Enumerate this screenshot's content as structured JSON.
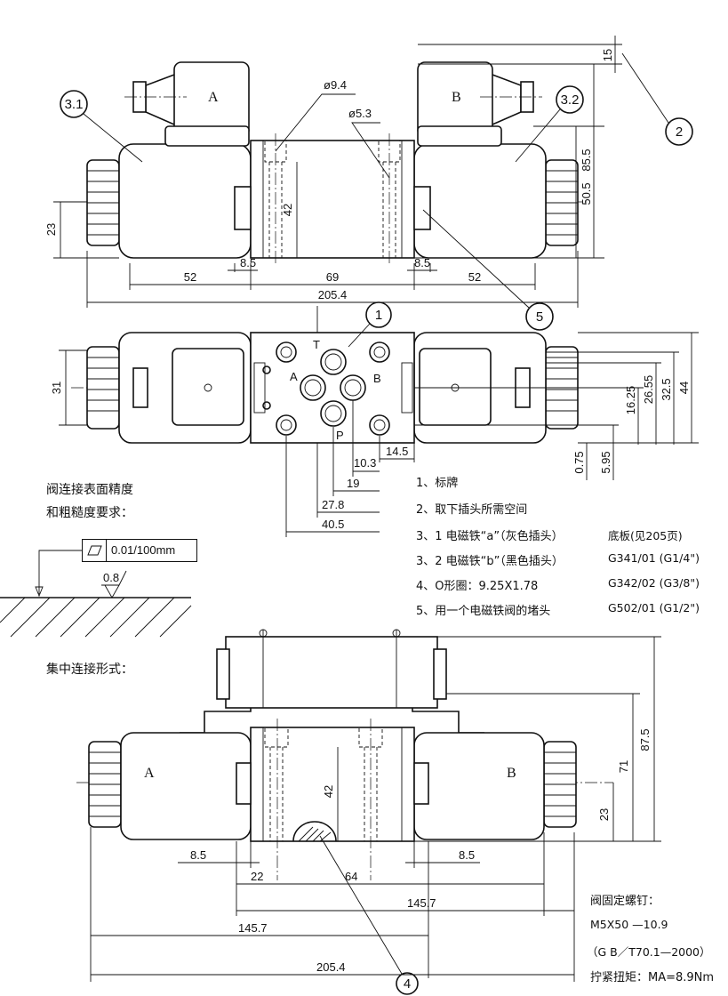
{
  "top_view": {
    "solenoid_a_label": "A",
    "solenoid_b_label": "B",
    "bubbles": {
      "b31": "3.1",
      "b32": "3.2",
      "b2": "2",
      "b5": "5"
    },
    "dims": {
      "d_phi94": "ø9.4",
      "d_phi53": "ø5.3",
      "d_15": "15",
      "d_855": "85.5",
      "d_505": "50.5",
      "d_23": "23",
      "d_42": "42",
      "d_85l": "8.5",
      "d_85r": "8.5",
      "d_52l": "52",
      "d_69": "69",
      "d_52r": "52",
      "d_2054": "205.4"
    }
  },
  "plan_view": {
    "bubble_1": "1",
    "port_t": "T",
    "port_a": "A",
    "port_b": "B",
    "port_p": "P",
    "dims": {
      "d_31": "31",
      "d_44": "44",
      "d_325": "32.5",
      "d_2655": "26.55",
      "d_1625": "16.25",
      "d_595": "5.95",
      "d_075": "0.75",
      "d_145": "14.5",
      "d_103": "10.3",
      "d_19": "19",
      "d_278": "27.8",
      "d_405": "40.5"
    }
  },
  "surface_req": {
    "line1": "阀连接表面精度",
    "line2": "和粗糙度要求：",
    "flatness": "0.01/100mm",
    "roughness": "0.8"
  },
  "notes": {
    "n1": "1、标牌",
    "n2": "2、取下插头所需空间",
    "n31": "3、1 电磁铁“a”（灰色插头）",
    "n32": "3、2 电磁铁“b”（黑色插头）",
    "n4": "4、O形圈：9.25X1.78",
    "n5": "5、用一个电磁铁阀的堵头",
    "col_head": "底板(见205页)",
    "code1": "G341/01 (G1/4\")",
    "code2": "G342/02 (G3/8\")",
    "code3": "G502/01 (G1/2\")"
  },
  "bottom_view": {
    "heading": "集中连接形式：",
    "label_a": "A",
    "label_b": "B",
    "bubble_4": "4",
    "dims": {
      "d_875": "87.5",
      "d_71": "71",
      "d_23": "23",
      "d_42": "42",
      "d_85l": "8.5",
      "d_85r": "8.5",
      "d_22": "22",
      "d_64": "64",
      "d_1457a": "145.7",
      "d_1457b": "145.7",
      "d_2054": "205.4"
    }
  },
  "bolts": {
    "title": "阀固定螺钉：",
    "spec": "M5X50 —10.9",
    "std": "（G B／T70.1—2000）",
    "torque": "拧紧扭矩：MA=8.9Nm"
  }
}
